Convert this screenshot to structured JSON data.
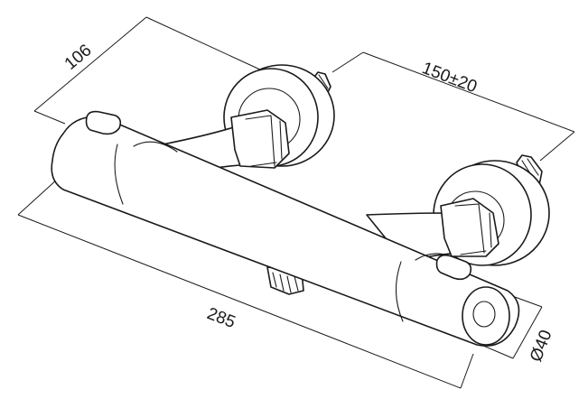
{
  "dimensions": {
    "depth": "106",
    "inlet_spacing": "150±20",
    "length": "285",
    "diameter": "Ø40"
  },
  "colors": {
    "line": "#1a1a1a",
    "background": "#ffffff"
  }
}
